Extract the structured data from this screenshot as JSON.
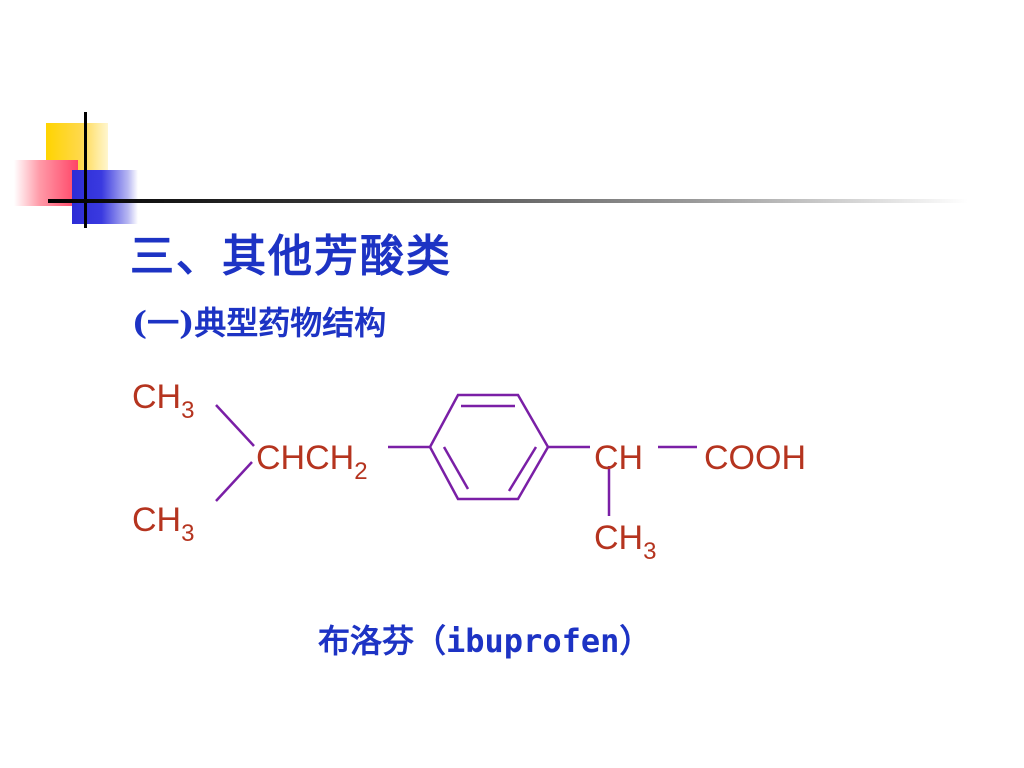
{
  "slide": {
    "title": "三、其他芳酸类",
    "subtitle": "(一)典型药物结构",
    "caption": "布洛芬（ibuprofen）"
  },
  "structure": {
    "ch3_top": "CH",
    "ch3_top_sub": "3",
    "ch3_bottom": "CH",
    "ch3_bottom_sub": "3",
    "chch2": "CHCH",
    "chch2_sub": "2",
    "ch": "CH",
    "cooh": "COOH",
    "ch3_right": "CH",
    "ch3_right_sub": "3"
  },
  "colors": {
    "title": "#1d33c4",
    "atom_label": "#b5341f",
    "bond": "#7a1fa6"
  }
}
